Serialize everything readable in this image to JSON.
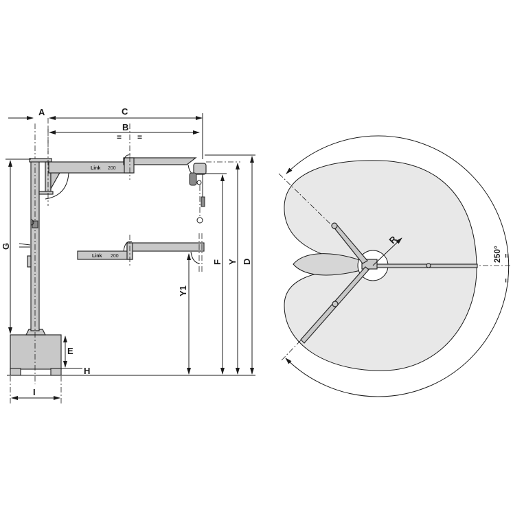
{
  "drawing": {
    "title": "Pillar jib crane with articulated arm - dimension drawing",
    "side_view": {
      "dimension_labels": {
        "A": "A",
        "B": "B",
        "C": "C",
        "D": "D",
        "E": "E",
        "F": "F",
        "G": "G",
        "H": "H",
        "I": "I",
        "Y": "Y",
        "Y1": "Y1"
      },
      "equal_marks": [
        "=",
        "="
      ],
      "arm_brand": "Link",
      "arm_model": "200",
      "arm_brand_lower": "Link",
      "arm_model_lower": "200"
    },
    "top_view": {
      "radius_label": "R",
      "rotation_angle": "250°",
      "equal_marks": [
        "=",
        "="
      ]
    },
    "colors": {
      "part_fill": "#c8c8c8",
      "zone_fill": "#e8e8e8",
      "zone_overlap_fill": "#d6d6d6",
      "line": "#1a1a1a"
    }
  }
}
